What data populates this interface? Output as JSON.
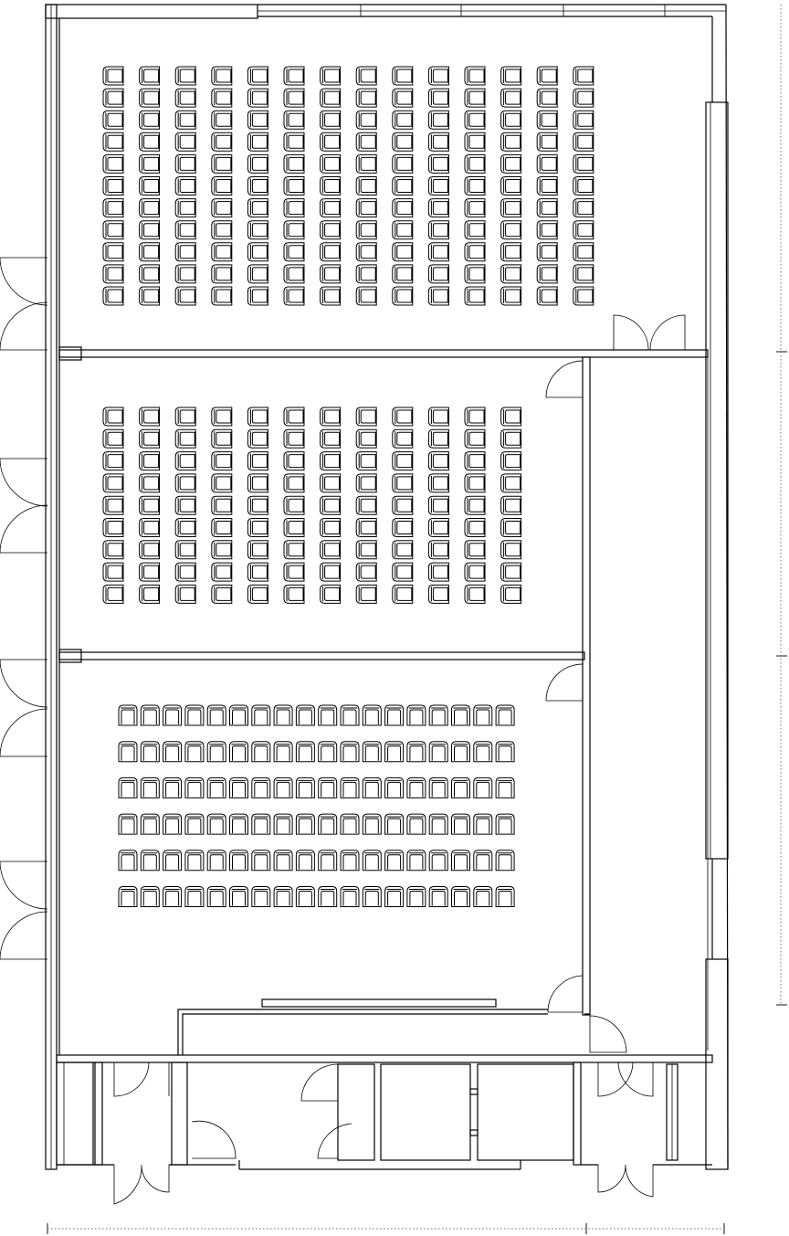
{
  "plan": {
    "sections": [
      {
        "name": "upper-hall",
        "columns": 14,
        "rows": 11,
        "facing": "left"
      },
      {
        "name": "middle-hall",
        "columns": 12,
        "rows": 9,
        "facing": "left"
      },
      {
        "name": "lower-hall",
        "columns": 18,
        "rows": 6,
        "facing": "up"
      }
    ],
    "colors": {
      "line": "#000000",
      "dimension": "#888888",
      "background": "#ffffff"
    }
  }
}
